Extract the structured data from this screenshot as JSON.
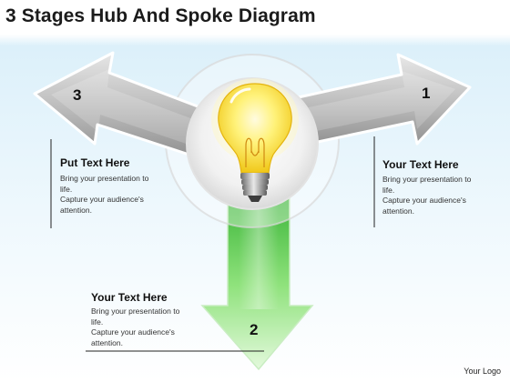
{
  "title": "3 Stages Hub And Spoke Diagram",
  "stages": [
    {
      "number": "1",
      "heading": "Your Text Here",
      "lines": [
        "Bring your presentation to",
        "life.",
        "Capture your audience's",
        "attention."
      ]
    },
    {
      "number": "2",
      "heading": "Your Text Here",
      "lines": [
        "Bring your presentation to",
        "life.",
        "Capture your audience's",
        "attention."
      ]
    },
    {
      "number": "3",
      "heading": "Put Text Here",
      "lines": [
        "Bring your presentation to",
        "life.",
        "Capture your audience's",
        "attention."
      ]
    }
  ],
  "hub": {
    "icon": "light-bulb-icon"
  },
  "footer": {
    "logo_text": "Your Logo"
  },
  "colors": {
    "background_top": "#dbeef8",
    "arrow_gray": "#a9a9a9",
    "arrow_green": "#5ccf4f",
    "bulb_yellow": "#f7e33a"
  }
}
